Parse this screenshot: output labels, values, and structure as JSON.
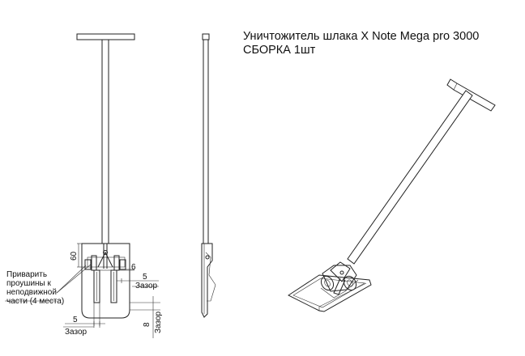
{
  "title": {
    "line1": "Уничтожитель шлака X Note Mega pro 3000",
    "line2": "СБОРКА 1шт"
  },
  "note": {
    "lines": [
      "Приварить",
      "проушины к",
      "неподвижной",
      "части (4 места)"
    ]
  },
  "dimensions": {
    "dim_60": "60",
    "dim_6": "6",
    "dim_5_right": "5",
    "gap_right": "Зазор",
    "dim_5_bottom": "5",
    "gap_bottom": "Зазор",
    "dim_8": "8",
    "gap_vertical": "Зазор"
  },
  "colors": {
    "line": "#222222",
    "background": "#ffffff"
  }
}
